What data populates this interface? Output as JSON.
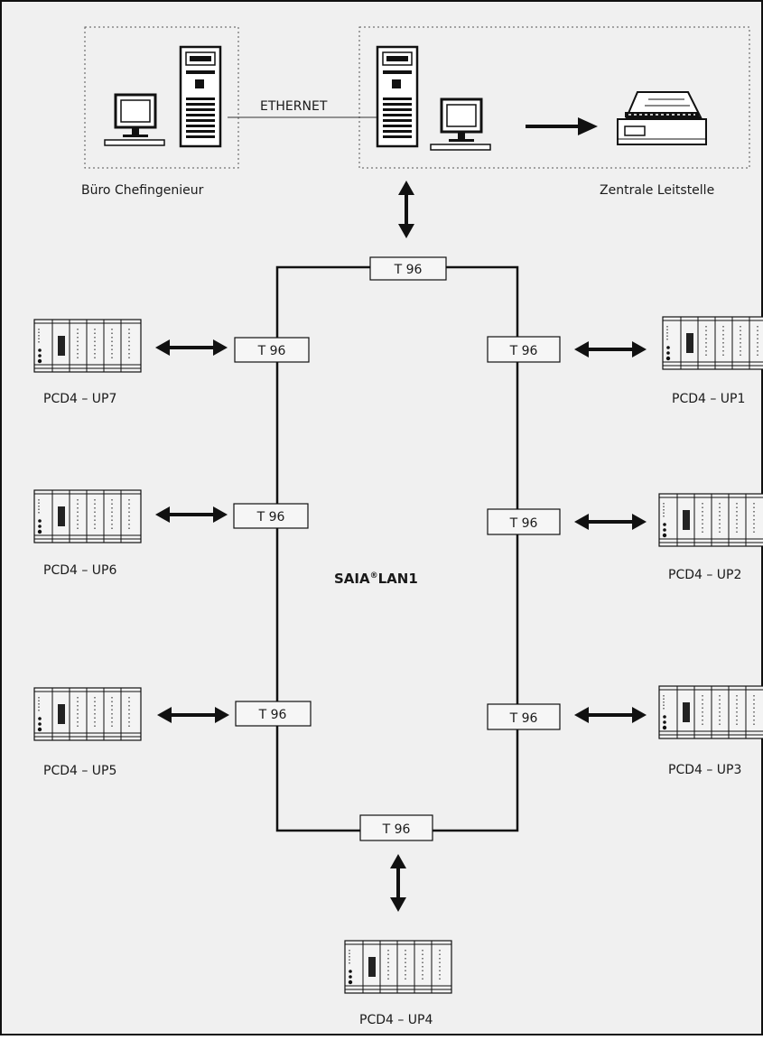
{
  "colors": {
    "background": "#f0f0f0",
    "line": "#111111",
    "box": "#f6f6f6"
  },
  "network": {
    "title_main": "SAIA",
    "title_reg": "®",
    "title_rest": "LAN1",
    "ethernet_label": "ETHERNET",
    "office_label": "Büro Chefingenieur",
    "control_label": "Zentrale Leitstelle"
  },
  "nodes": [
    {
      "id": "top",
      "label": "T 96"
    },
    {
      "id": "left1",
      "label": "T 96"
    },
    {
      "id": "left2",
      "label": "T 96"
    },
    {
      "id": "left3",
      "label": "T 96"
    },
    {
      "id": "right1",
      "label": "T 96"
    },
    {
      "id": "right2",
      "label": "T 96"
    },
    {
      "id": "right3",
      "label": "T 96"
    },
    {
      "id": "bottom",
      "label": "T 96"
    }
  ],
  "devices": [
    {
      "id": "up7",
      "label": "PCD4 – UP7"
    },
    {
      "id": "up6",
      "label": "PCD4 – UP6"
    },
    {
      "id": "up5",
      "label": "PCD4 – UP5"
    },
    {
      "id": "up1",
      "label": "PCD4 – UP1"
    },
    {
      "id": "up2",
      "label": "PCD4 – UP2"
    },
    {
      "id": "up3",
      "label": "PCD4 – UP3"
    },
    {
      "id": "up4",
      "label": "PCD4 – UP4"
    }
  ],
  "icons": [
    "monitor-icon",
    "tower-pc-icon",
    "printer-icon",
    "plc-rack-icon",
    "arrow-icon"
  ]
}
